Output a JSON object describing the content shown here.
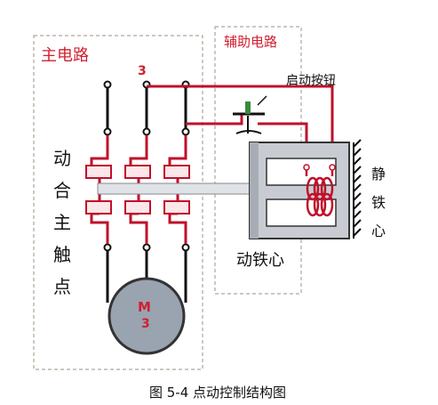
{
  "labels": {
    "main_circuit": "主电路",
    "aux_circuit": "辅助电路",
    "start_button": "启动按钮",
    "moving_contacts": [
      "动",
      "合",
      "主",
      "触",
      "点"
    ],
    "moving_core": "动铁心",
    "static_core": [
      "静",
      "铁",
      "心"
    ],
    "motor_letter": "M",
    "motor_phase": "3",
    "phase_mark": "3",
    "caption": "图 5-4  点动控制结构图"
  },
  "colors": {
    "wire_red": "#c0102a",
    "wire_black": "#111111",
    "label_red": "#d02030",
    "dash_box": "#a09080",
    "motor_fill": "#9aa3b0",
    "core_fill": "#c8ccd2",
    "button_green": "#3a8a3a"
  },
  "icons": [
    "terminal-icon",
    "pushbutton-icon",
    "coil-icon",
    "motor-icon",
    "ground-hatch-icon"
  ]
}
